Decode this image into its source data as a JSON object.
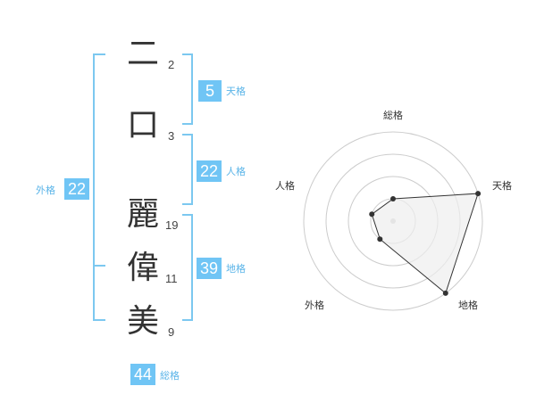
{
  "characters": [
    {
      "char": "二",
      "strokes": "2"
    },
    {
      "char": "口",
      "strokes": "3"
    },
    {
      "char": "麗",
      "strokes": "19"
    },
    {
      "char": "偉",
      "strokes": "11"
    },
    {
      "char": "美",
      "strokes": "9"
    }
  ],
  "fortunes": {
    "tenkaku": {
      "label": "天格",
      "value": "5"
    },
    "jinkaku": {
      "label": "人格",
      "value": "22"
    },
    "chikaku": {
      "label": "地格",
      "value": "39"
    },
    "gaikaku": {
      "label": "外格",
      "value": "22"
    },
    "soukaku": {
      "label": "総格",
      "value": "44"
    }
  },
  "colors": {
    "accent": "#70c5f5",
    "bracket": "#7cc8f0",
    "text": "#333333"
  },
  "chart_data": {
    "type": "radar",
    "axes": [
      "総格",
      "天格",
      "地格",
      "外格",
      "人格"
    ],
    "levels": 4,
    "range": [
      0,
      1
    ],
    "values": [
      0.25,
      1.0,
      1.0,
      0.25,
      0.25
    ]
  }
}
